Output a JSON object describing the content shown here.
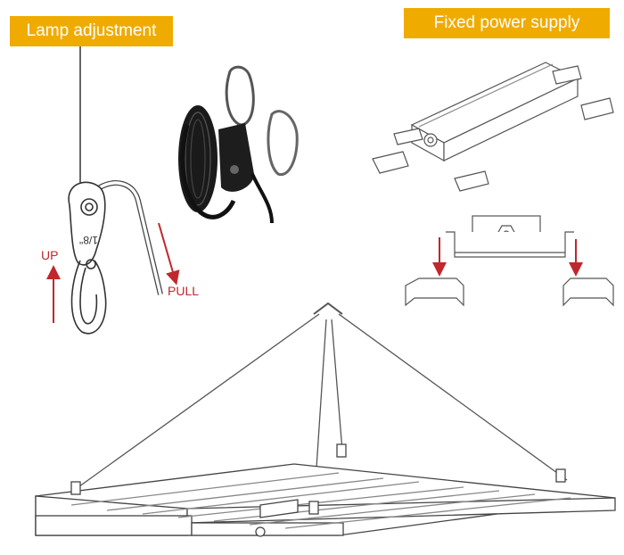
{
  "labels": {
    "lamp_adjustment": "Lamp adjustment",
    "fixed_power_supply": "Fixed power supply",
    "up": "UP",
    "pull": "PULL",
    "hook_mark": "1/8\""
  },
  "colors": {
    "label_background": "#f0ab00",
    "label_text": "#ffffff",
    "arrow_red": "#c0282d",
    "line_art": "#333333"
  }
}
